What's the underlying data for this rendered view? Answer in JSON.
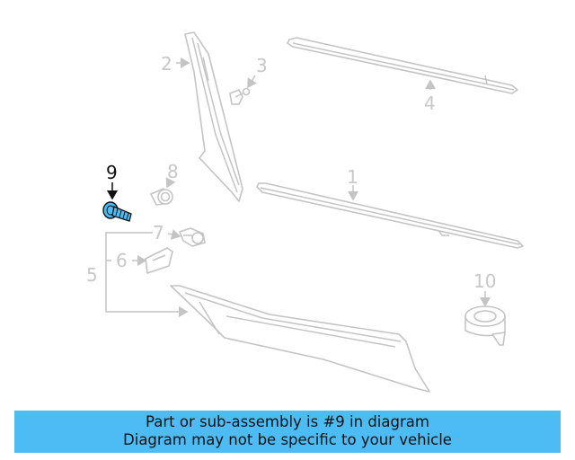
{
  "diagram": {
    "highlighted_part": "9",
    "callouts": [
      "1",
      "2",
      "3",
      "4",
      "5",
      "6",
      "7",
      "8",
      "9",
      "10"
    ]
  },
  "banner": {
    "line1": "Part or sub-assembly is #9 in diagram",
    "line2": "Diagram may not be specific to your vehicle",
    "background_color": "#4dbcf5"
  },
  "colors": {
    "part_outline": "#c4c4c4",
    "highlight_fill": "#4dbcf5",
    "highlight_label": "#111111"
  }
}
